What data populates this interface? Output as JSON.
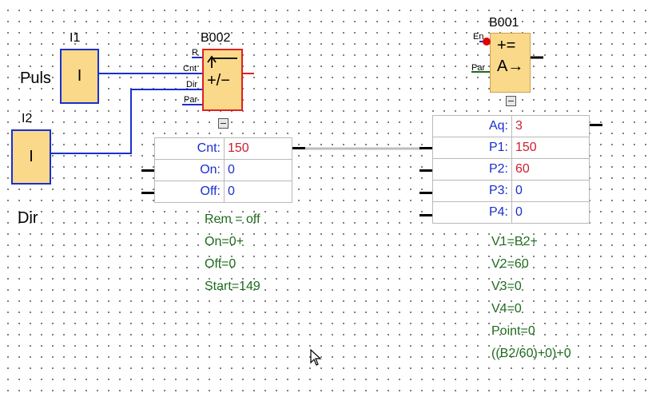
{
  "blocks": {
    "i1": {
      "title": "I1",
      "glyph": "I",
      "side_label": "Puls"
    },
    "i2": {
      "title": "I2",
      "glyph": "I",
      "side_label": "Dir"
    },
    "b002": {
      "title": "B002",
      "pins": [
        "R",
        "Cnt",
        "Dir",
        "Par"
      ],
      "glyph": "+/−",
      "params": [
        {
          "name": "Cnt:",
          "value": "150"
        },
        {
          "name": "On:",
          "value": "0"
        },
        {
          "name": "Off:",
          "value": "0"
        }
      ],
      "notes": [
        "Rem = off",
        "On=0+",
        "Off=0",
        "Start=149"
      ]
    },
    "b001": {
      "title": "B001",
      "pins": [
        "En",
        "Par"
      ],
      "glyph_top": "+=",
      "glyph_bottom": "A→",
      "params": [
        {
          "name": "Aq:",
          "value": "3"
        },
        {
          "name": "P1:",
          "value": "150"
        },
        {
          "name": "P2:",
          "value": "60"
        },
        {
          "name": "P3:",
          "value": "0"
        },
        {
          "name": "P4:",
          "value": "0"
        }
      ],
      "notes": [
        "V1=B2+",
        "V2=60",
        "V3=0",
        "V4=0",
        "Point=0",
        "((B2/60)+0)+0"
      ]
    }
  },
  "colors": {
    "wire": "#1a2fd0",
    "block_fill": "#fbd98a",
    "counter_border": "#e02020",
    "param_value": "#cc1f2e",
    "note_text": "#1c6b1c",
    "pin_dot": "#e00000"
  }
}
